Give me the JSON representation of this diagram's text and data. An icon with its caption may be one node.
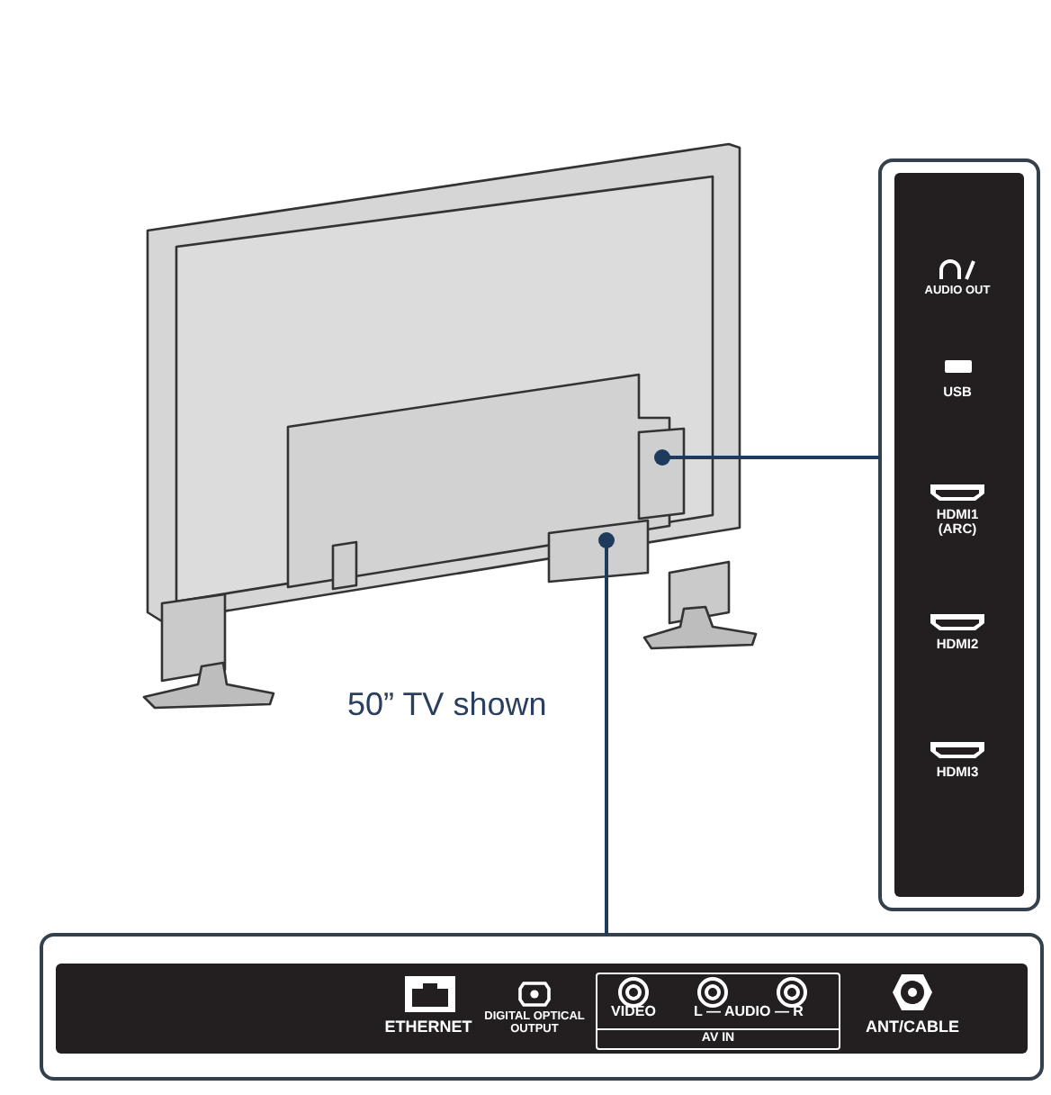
{
  "diagram": {
    "nodes": [
      {
        "text": [],
        "shape": "picture",
        "beside": [
          "50” TV shown"
        ]
      },
      {
        "text": [],
        "shape": "box"
      },
      {
        "text": [],
        "shape": "box"
      },
      {
        "text": [
          "AV IN"
        ],
        "in": 2
      }
    ],
    "edges": [
      {
        "from": 0,
        "to": 1,
        "arrow": "other"
      },
      {
        "from": 0,
        "to": 2,
        "arrow": "other"
      }
    ],
    "labels": [
      "AUDIO OUT",
      "USB",
      "HDMI1 (ARC)",
      "HDMI2",
      "HDMI3",
      "ETHERNET",
      "DIGITAL OPTICAL OUTPUT",
      "VIDEO",
      "L — AUDIO — R",
      "ANT/CABLE"
    ]
  }
}
